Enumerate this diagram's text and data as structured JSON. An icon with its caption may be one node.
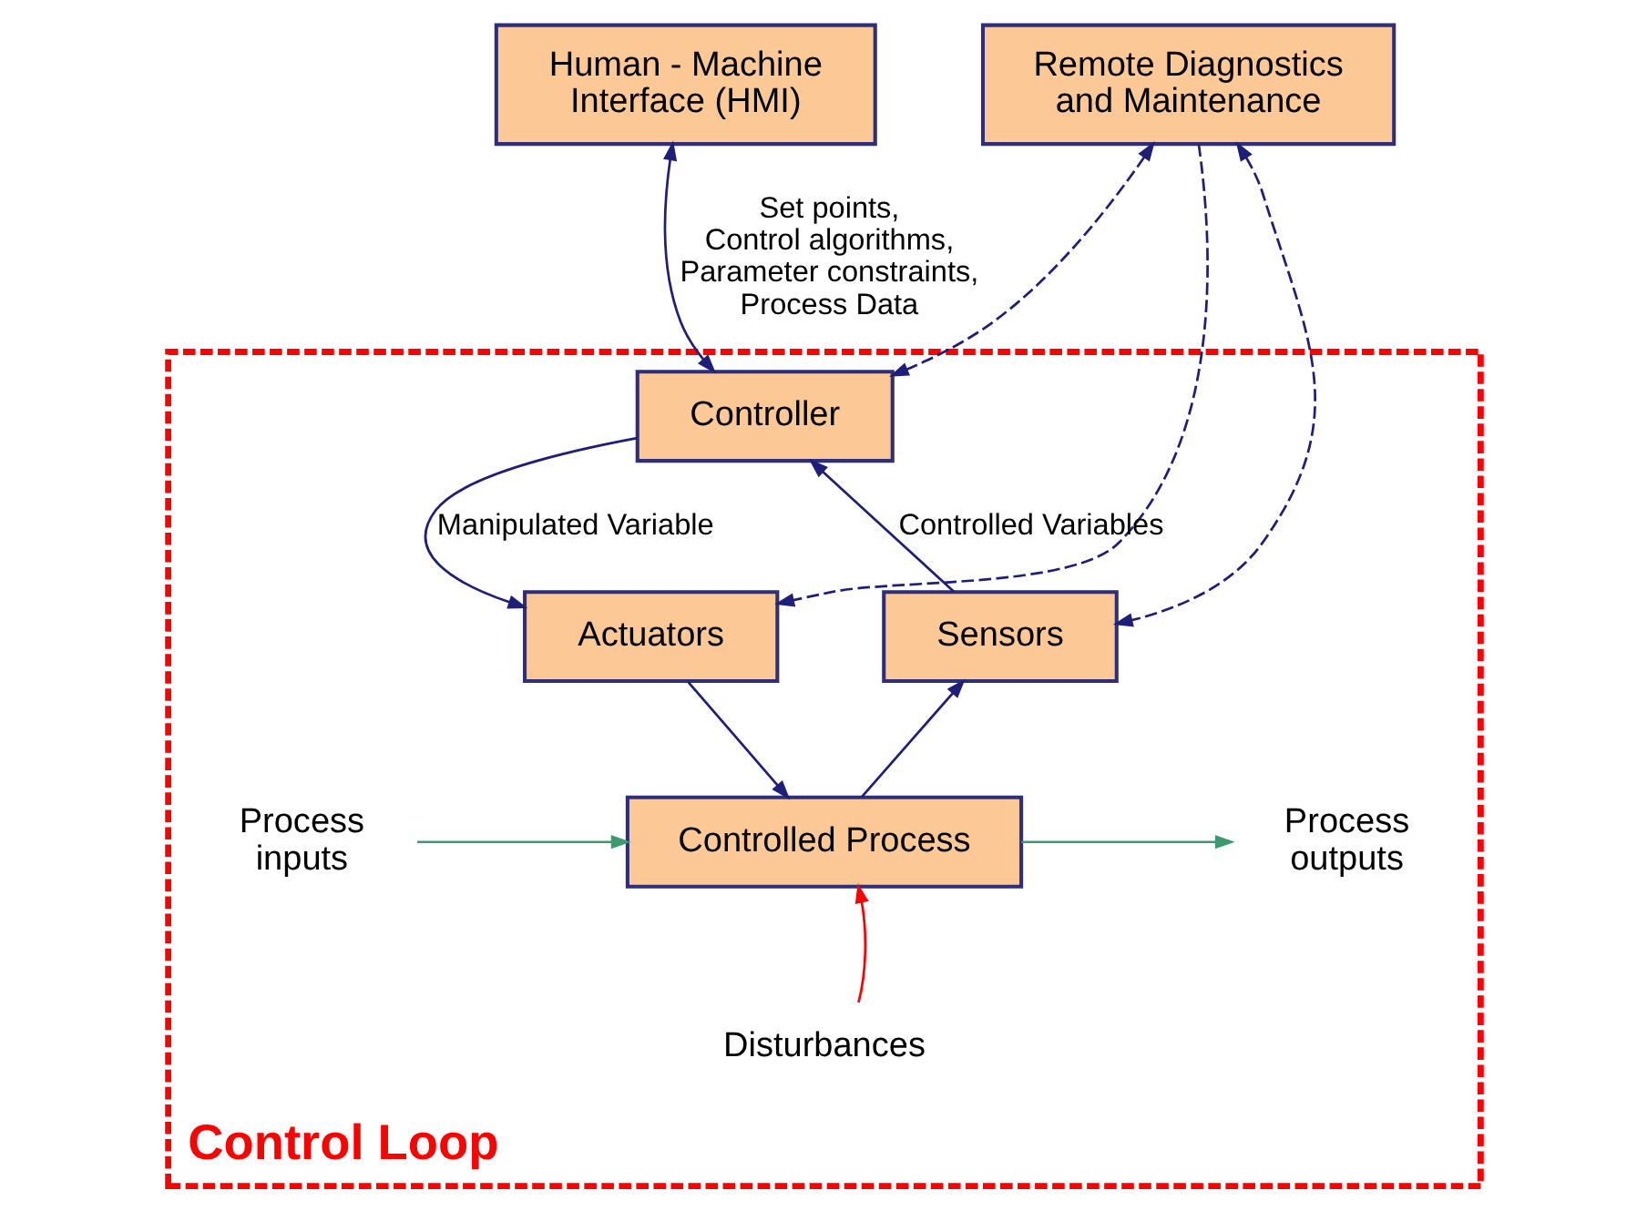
{
  "diagram": {
    "nodes": [
      {
        "text": [
          "Human - Machine Interface (HMI)"
        ]
      },
      {
        "text": [
          "Remote Diagnostics and Maintenance"
        ]
      },
      {
        "text": [
          "Control Loop"
        ]
      },
      {
        "text": [
          "Controller"
        ],
        "in": 2
      },
      {
        "text": [
          "Actuators"
        ],
        "in": 2
      },
      {
        "text": [
          "Sensors"
        ],
        "in": 2
      },
      {
        "text": [
          "Controlled Process"
        ],
        "in": 2
      },
      {
        "text": [
          "Process inputs"
        ],
        "in": 2
      },
      {
        "text": [
          "Process outputs"
        ],
        "in": 2
      },
      {
        "text": [
          "Disturbances"
        ],
        "in": 2
      }
    ],
    "edges": [
      {
        "from": 0,
        "to": 3,
        "arrow": "both",
        "label": "Set points, Control algorithms, Parameter constraints, Process Data"
      },
      {
        "from": 1,
        "to": 3,
        "arrow": "both",
        "style": "dashed"
      },
      {
        "from": 3,
        "to": 4,
        "arrow": "to",
        "label": "Manipulated Variable"
      },
      {
        "from": 5,
        "to": 3,
        "arrow": "to",
        "label": "Controlled Variables"
      },
      {
        "from": 1,
        "to": 5,
        "arrow": "both",
        "style": "dashed"
      },
      {
        "from": 1,
        "to": 4,
        "arrow": "to",
        "style": "dashed"
      },
      {
        "from": 4,
        "to": 6,
        "arrow": "to"
      },
      {
        "from": 6,
        "to": 5,
        "arrow": "to"
      },
      {
        "from": 7,
        "to": 6,
        "arrow": "to",
        "color": "#3c9a6e"
      },
      {
        "from": 6,
        "to": 8,
        "arrow": "to",
        "color": "#3c9a6e"
      },
      {
        "from": 9,
        "to": 6,
        "arrow": "to",
        "color": "#ff0000"
      }
    ]
  }
}
